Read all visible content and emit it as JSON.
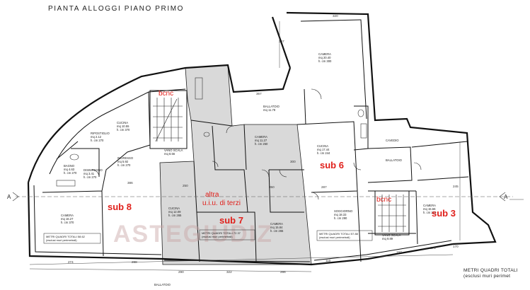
{
  "title": "PIANTA ALLOGGI PIANO PRIMO",
  "section_marks": [
    "A",
    "A"
  ],
  "units": [
    {
      "label": "sub 8"
    },
    {
      "label": "sub 7"
    },
    {
      "label": "sub 6"
    },
    {
      "label": "sub 3"
    }
  ],
  "bcnc_labels": [
    "bcnc",
    "bcnc"
  ],
  "altra_uiu": [
    "altra",
    "u.i.u. di terzi"
  ],
  "watermark": "ASTEGIUDIZ",
  "legend": {
    "line1": "METRI QUADRI TOTALI",
    "line2": "(esclusi muri perimet"
  },
  "rooms": [
    {
      "name": "CAMERA",
      "area": "mq 20.40",
      "height": "h. cm 300"
    },
    {
      "name": "CUCINA",
      "area": "mq 10.55",
      "height": "h. cm 370"
    },
    {
      "name": "CUCINA",
      "area": "mq 17.44",
      "height": "h. cm 244"
    },
    {
      "name": "CAMERA",
      "area": "mq 16.27",
      "height": "h. cm 370"
    },
    {
      "name": "CAMERA",
      "area": "mq 11.27",
      "height": "h. cm 250"
    },
    {
      "name": "CUCINA",
      "area": "mq 12.09",
      "height": "h. cm 265"
    },
    {
      "name": "CAMERA",
      "area": "mq 15.84",
      "height": "h. cm 265"
    },
    {
      "name": "SOGGIORNO",
      "area": "mq 18.33",
      "height": "h. cm 290"
    },
    {
      "name": "CAMERA",
      "area": "mq 15.66",
      "height": "h. cm 270"
    },
    {
      "name": "INGRESSO",
      "area": "mq 5.92",
      "height": "h. cm 270"
    },
    {
      "name": "DISIMPEGNO",
      "area": "mq 3.41",
      "height": "h. cm 270"
    },
    {
      "name": "BAGNO",
      "area": "mq 4.63",
      "height": "h. cm 270"
    },
    {
      "name": "RIPOSTIGLIO",
      "area": "mq 2.12",
      "height": "h. cm 270"
    },
    {
      "name": "CAVEDIO",
      "area": "",
      "height": ""
    },
    {
      "name": "BALLATOIO",
      "area": "mq 11.78",
      "height": ""
    },
    {
      "name": "BALLATOIO",
      "area": "",
      "height": ""
    },
    {
      "name": "VANO SCALA",
      "area": "mq 8.56",
      "height": ""
    },
    {
      "name": "VANO SCALA",
      "area": "mq 9.89",
      "height": ""
    },
    {
      "name": "BALLATOIO",
      "area": "",
      "height": ""
    }
  ],
  "totals": [
    {
      "label": "METRI QUADRI TOTALI 58.62",
      "note": "(esclusi muri perimetrali)"
    },
    {
      "label": "METRI QUADRI TOTALI 72.37",
      "note": "(esclusi muri perimetrali)"
    },
    {
      "label": "METRI QUADRI TOTALI 57.88",
      "note": "(esclusi muri perimetrali)"
    }
  ],
  "dimensions": [
    "274",
    "288",
    "290",
    "322",
    "286",
    "110",
    "367",
    "297",
    "320",
    "300",
    "386",
    "245",
    "197",
    "170",
    "170",
    "250",
    "350",
    "287"
  ]
}
